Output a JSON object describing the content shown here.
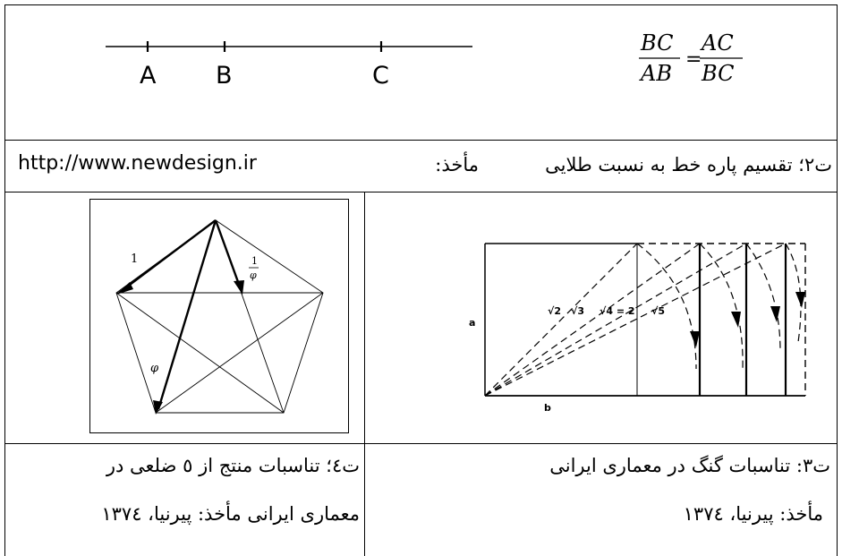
{
  "figure_t2": {
    "points": [
      "A",
      "B",
      "C"
    ],
    "formula": {
      "left_numerator": "BC",
      "left_denominator": "AB",
      "equals": "=",
      "right_numerator": "AC",
      "right_denominator": "BC"
    },
    "caption_url": "http://www.newdesign.ir",
    "caption_source": "مأخذ:",
    "caption_title": "ت۲؛ تقسیم پاره خط به نسبت طلایی"
  },
  "figure_t4": {
    "label_one": "1",
    "label_phi": "φ",
    "label_inv_num": "1",
    "label_inv_den": "φ",
    "caption_line1": "ت٤؛ تناسبات منتج از ٥ ضلعی در",
    "caption_line2": "معماری ایرانی مأخذ: پیرنیا، ١٣٧٤"
  },
  "figure_t3": {
    "label_a": "a",
    "label_b": "b",
    "root_labels": [
      "√2",
      "√3",
      "√4 = 2",
      "√5"
    ],
    "caption_line1": "ت۳: تناسبات گنگ در معماری ایرانی",
    "caption_line2": "مأخذ: پیرنیا، ١٣٧٤"
  }
}
